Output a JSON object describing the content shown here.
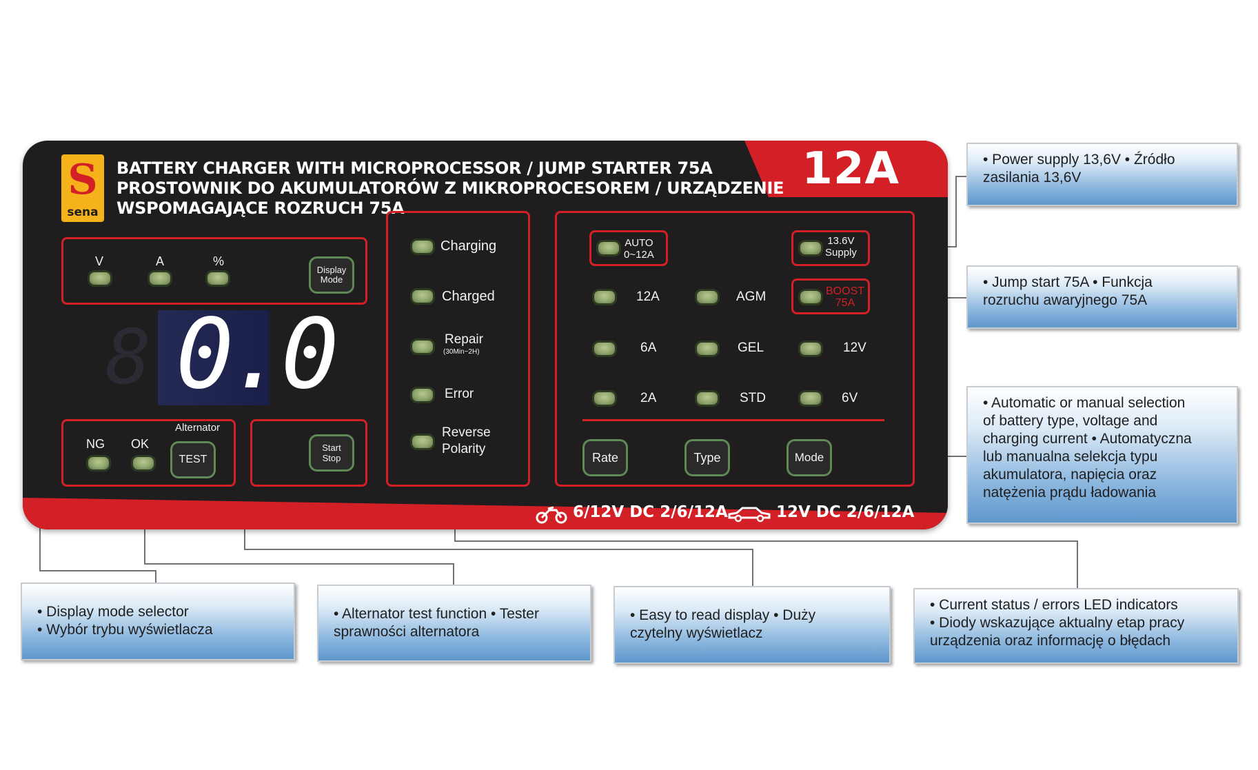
{
  "brand": {
    "logo_letter": "S",
    "logo_word": "sena"
  },
  "panel": {
    "title_lines": [
      "BATTERY CHARGER WITH MICROPROCESSOR / JUMP STARTER 75A",
      "PROSTOWNIK DO AKUMULATORÓW Z MIKROPROCESOREM / URZĄDZENIE",
      "WSPOMAGAJĄCE ROZRUCH 75A"
    ],
    "rating": "12A",
    "display_mode_box": {
      "indicators": [
        "V",
        "A",
        "%"
      ],
      "button_lines": [
        "Display",
        "Mode"
      ]
    },
    "display_value": "0.0",
    "alternator_box": {
      "title": "Alternator",
      "indicators": [
        "NG",
        "OK"
      ],
      "button": "TEST"
    },
    "start_stop_lines": [
      "Start",
      "Stop"
    ],
    "status_leds": [
      {
        "label": "Charging"
      },
      {
        "label": "Charged"
      },
      {
        "label": "Repair",
        "sublabel": "(30Min~2H)"
      },
      {
        "label": "Error"
      },
      {
        "label_lines": [
          "Reverse",
          "Polarity"
        ]
      }
    ],
    "mode_panel": {
      "auto_lines": [
        "AUTO",
        "0~12A"
      ],
      "supply_lines": [
        "13.6V",
        "Supply"
      ],
      "boost_lines": [
        "BOOST",
        "75A"
      ],
      "current_options": [
        "12A",
        "6A",
        "2A"
      ],
      "type_options": [
        "AGM",
        "GEL",
        "STD"
      ],
      "voltage_options": [
        "12V",
        "6V"
      ],
      "buttons": [
        "Rate",
        "Type",
        "Mode"
      ]
    },
    "footer": {
      "moto": "6/12V DC 2/6/12A",
      "car": "12V DC 2/6/12A"
    },
    "colors": {
      "accent_red": "#d32027",
      "panel_black": "#1f1d1e",
      "logo_yellow": "#f6b21b",
      "led_green": "#8fa56d"
    }
  },
  "callouts": {
    "power_supply": [
      "• Power supply 13,6V • Źródło",
      "zasilania 13,6V"
    ],
    "jump_start": [
      "• Jump start 75A • Funkcja",
      "rozruchu awaryjnego 75A"
    ],
    "automatic": [
      "• Automatic or manual selection",
      "of battery type, voltage and",
      "charging current • Automatyczna",
      "lub manualna selekcja typu",
      "akumulatora, napięcia oraz",
      "natężenia prądu ładowania"
    ],
    "display_mode": [
      "• Display mode selector",
      "• Wybór trybu wyświetlacza"
    ],
    "alternator": [
      "• Alternator test function • Tester",
      "sprawności alternatora"
    ],
    "easy_read": [
      "• Easy to read display • Duży",
      "czytelny wyświetlacz"
    ],
    "current_status": [
      "• Current status / errors LED indicators",
      "• Diody wskazujące aktualny etap pracy",
      "urządzenia oraz informację o błędach"
    ]
  }
}
